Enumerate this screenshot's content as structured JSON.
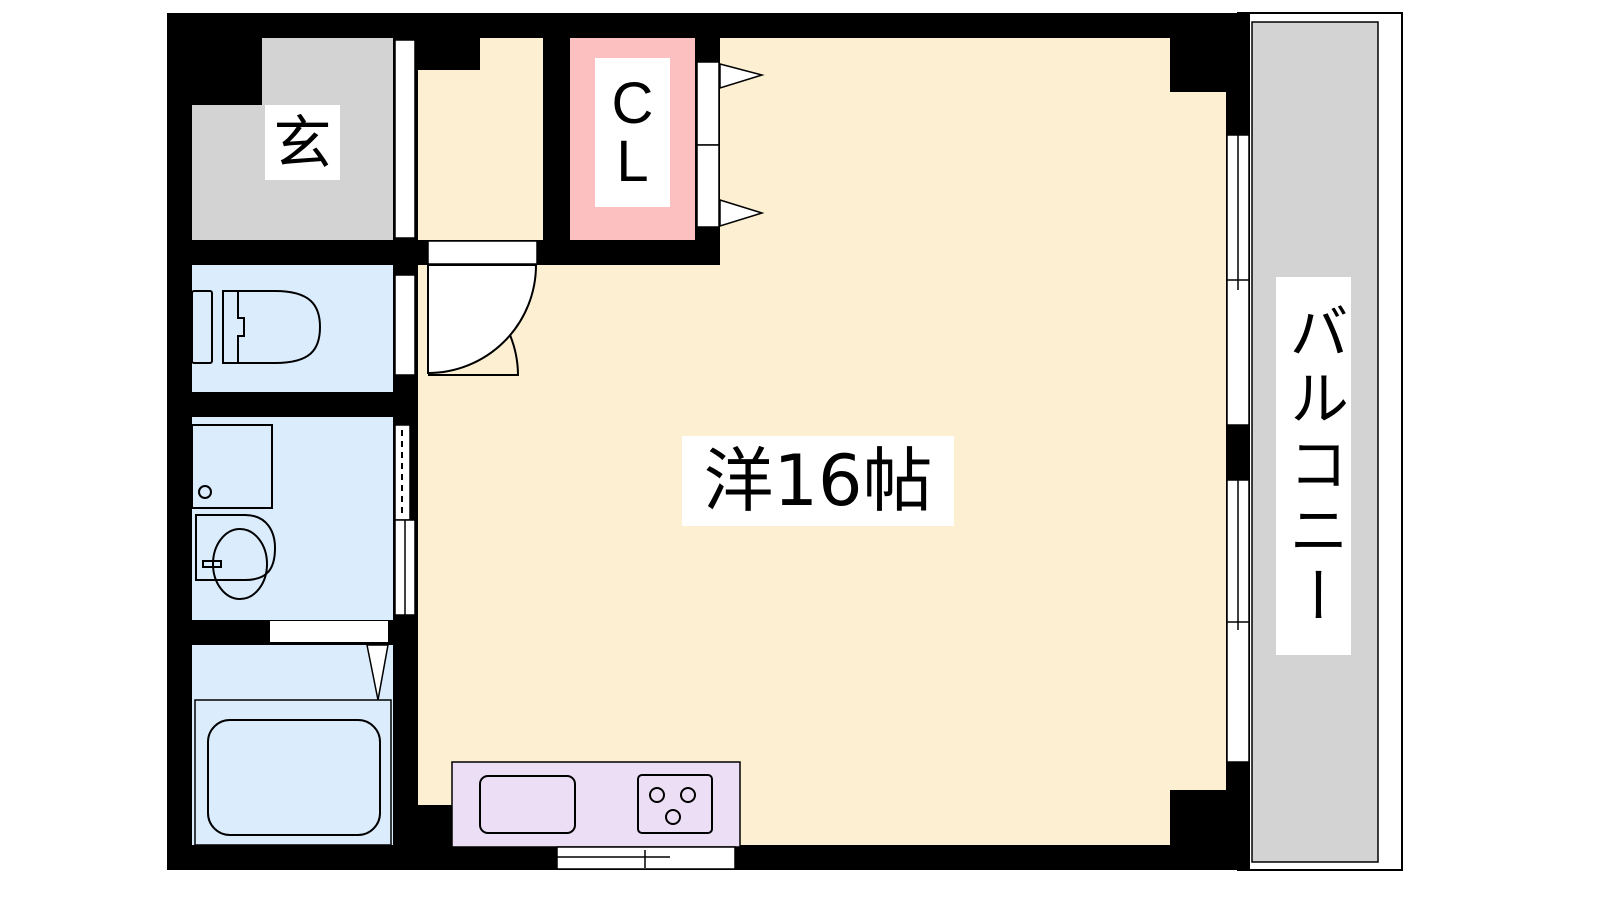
{
  "floorplan": {
    "rooms": {
      "entrance": {
        "label": "玄"
      },
      "closet": {
        "label_line1": "C",
        "label_line2": "L"
      },
      "western_room": {
        "label": "洋16帖"
      },
      "balcony": {
        "label": "バルコニー"
      }
    },
    "colors": {
      "wall": "#000000",
      "room": "#fdf0d2",
      "entrance": "#d3d3d3",
      "closet": "#fdc0c0",
      "wet_area": "#dbecfd",
      "kitchen": "#ecdff5",
      "balcony": "#d3d3d3"
    }
  }
}
